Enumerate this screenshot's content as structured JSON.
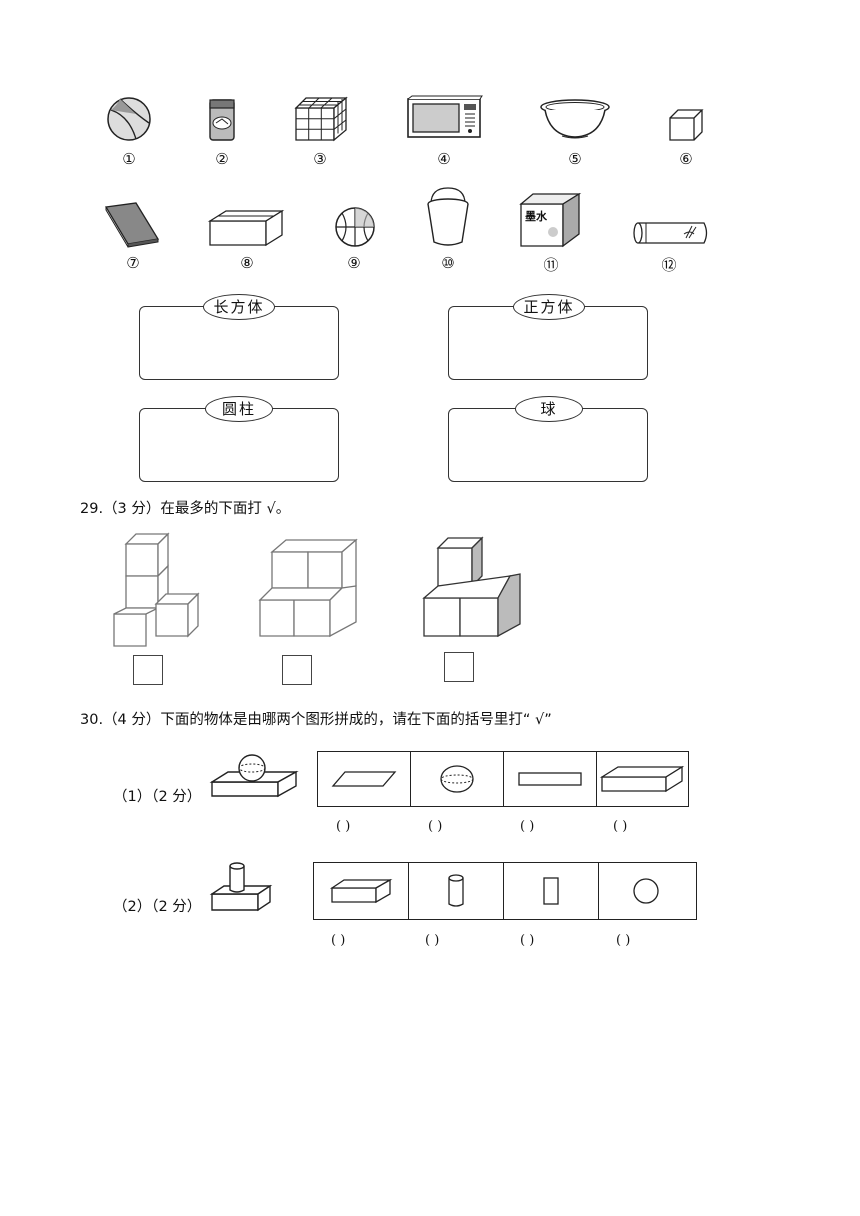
{
  "objects_row1": [
    "①",
    "②",
    "③",
    "④",
    "⑤",
    "⑥"
  ],
  "objects_row2": [
    "⑦",
    "⑧",
    "⑨",
    "⑩",
    "⑪",
    "⑫"
  ],
  "ink_box_label": "墨水",
  "categories": [
    "长方体",
    "正方体",
    "圆柱",
    "球"
  ],
  "q29": {
    "text": "29.（3 分）在最多的下面打 √。"
  },
  "q30": {
    "text": "30.（4 分）下面的物体是由哪两个图形拼成的，请在下面的括号里打“ √”",
    "part1": "（1）（2 分）",
    "part2": "（2）（2 分）",
    "paren": "(        )"
  }
}
